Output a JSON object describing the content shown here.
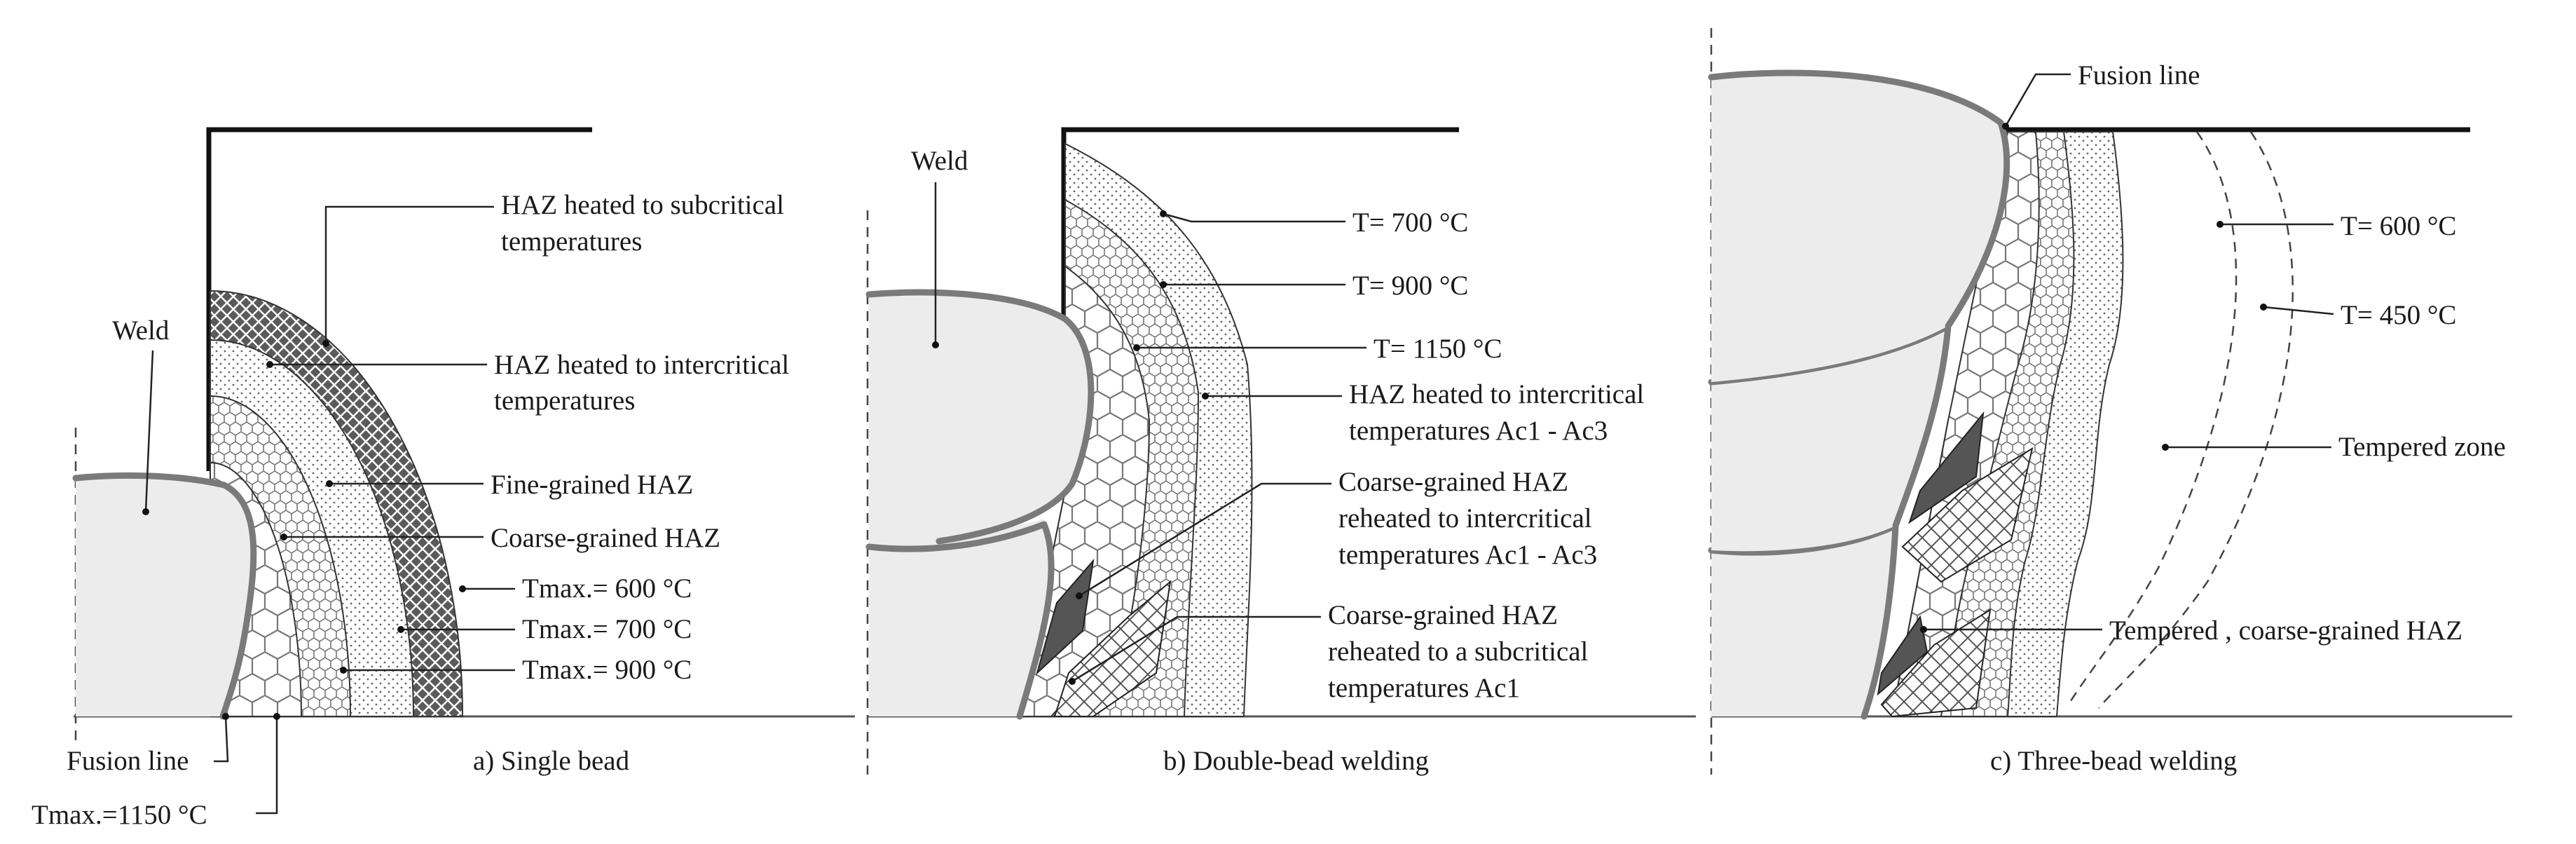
{
  "panels": {
    "a": {
      "caption": "a) Single bead",
      "labels": {
        "weld": "Weld",
        "subcritical_1": "HAZ heated to subcritical",
        "subcritical_2": "temperatures",
        "intercritical_1": "HAZ heated to intercritical",
        "intercritical_2": "temperatures",
        "fine": "Fine-grained HAZ",
        "coarse": "Coarse-grained HAZ",
        "t600": "Tmax.= 600 °C",
        "t700": "Tmax.= 700 °C",
        "t900": "Tmax.= 900 °C",
        "fusion_line": "Fusion line",
        "t1150": "Tmax.=1150 °C"
      }
    },
    "b": {
      "caption": "b) Double-bead welding",
      "labels": {
        "weld": "Weld",
        "t700": "T= 700 °C",
        "t900": "T= 900 °C",
        "t1150": "T= 1150 °C",
        "inter_1": "HAZ heated to intercritical",
        "inter_2": "temperatures Ac1 - Ac3",
        "cg_inter_1": "Coarse-grained HAZ",
        "cg_inter_2": "reheated to intercritical",
        "cg_inter_3": "temperatures Ac1 - Ac3",
        "cg_sub_1": "Coarse-grained HAZ",
        "cg_sub_2": "reheated to a subcritical",
        "cg_sub_3": "temperatures Ac1"
      }
    },
    "c": {
      "caption": "c) Three-bead welding",
      "labels": {
        "fusion_line": "Fusion line",
        "t600": "T= 600 °C",
        "t450": "T= 450 °C",
        "tempered": "Tempered zone",
        "tempered_cg": "Tempered , coarse-grained HAZ"
      }
    }
  },
  "colors": {
    "weld_fill": "#ececec",
    "fusion_line": "#7a7a7a",
    "dark_zone": "#555555",
    "outline": "#111111"
  }
}
